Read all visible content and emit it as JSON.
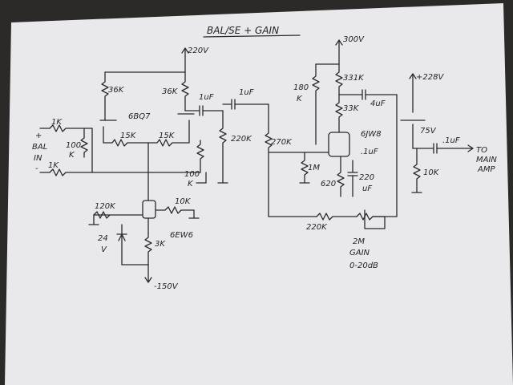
{
  "title": "BAL/SE + GAIN",
  "supplies": {
    "b_plus_220": "220V",
    "b_plus_300": "300V",
    "b_plus_228": "+228V",
    "b_minus": "-150V"
  },
  "tubes": {
    "input": "6BQ7",
    "tail": "6EW6",
    "gain_stage": "6JW8"
  },
  "input_labels": {
    "plus": "+",
    "bal": "BAL",
    "in": "IN",
    "minus": "-",
    "r_in_top": "1K",
    "r_in_bot": "1K",
    "r_bias_a": "100",
    "r_bias_b": "K"
  },
  "components": {
    "r_plate_left": "36K",
    "r_plate_right": "36K",
    "c_couple_1": "1uF",
    "c_couple_2": "1uF",
    "r_grid_220": "220K",
    "r_cath_left": "15K",
    "r_cath_right": "15K",
    "r_grid_100_a": "100",
    "r_grid_100_b": "K",
    "r_tail_120": "120K",
    "r_tail_10": "10K",
    "zener_a": "24",
    "zener_b": "V",
    "r_tail_3k": "3K",
    "r_270k": "270K",
    "r_180k_a": "180",
    "r_180k_b": "K",
    "r_331k": "331K",
    "r_33k": "33K",
    "c_4uf": "4uF",
    "c_1uf_cath": ".1uF",
    "r_1m": "1M",
    "r_620": "620",
    "c_220uf_a": "220",
    "c_220uf_b": "uF",
    "node_75v": "75V",
    "c_out": ".1uF",
    "r_out_10k": "10K",
    "r_fb_220k": "220K",
    "pot_a": "2M",
    "pot_b": "GAIN",
    "gain_range": "0-20dB"
  },
  "output_labels": {
    "line1": "TO",
    "line2": "MAIN",
    "line3": "AMP"
  }
}
